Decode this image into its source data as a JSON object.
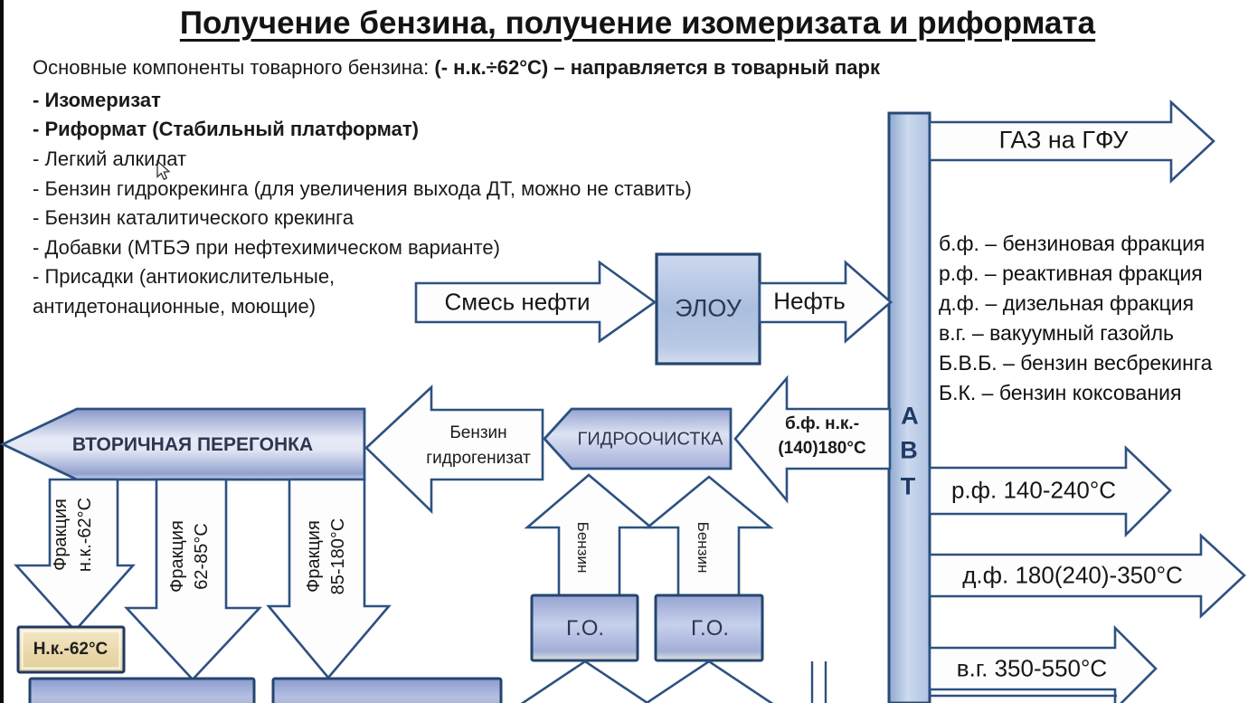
{
  "title": "Получение бензина, получение изомеризата и риформата",
  "intro": {
    "prefix": "Основные компоненты товарного бензина: ",
    "bold": "(- н.к.÷62°С) – направляется в товарный парк"
  },
  "components": [
    "- Изомеризат",
    "- Риформат (Стабильный платформат)",
    "- Легкий алкилат",
    "- Бензин гидрокрекинга (для увеличения выхода ДТ, можно не ставить)",
    "- Бензин каталитического крекинга",
    "- Добавки (МТБЭ при нефтехимическом варианте)",
    "- Присадки (антиокислительные,",
    "антидетонационные, моющие)"
  ],
  "legend": {
    "line1": "б.ф. – бензиновая фракция",
    "line2": "р.ф. – реактивная фракция",
    "line3": "д.ф. – дизельная фракция",
    "line4": "в.г. – вакуумный газойль",
    "line5": "Б.В.Б. – бензин весбрекинга",
    "line6": "Б.К. – бензин коксования"
  },
  "flow": {
    "smes_nefti": "Смесь нефти",
    "elou": "ЭЛОУ",
    "neft": "Нефть",
    "avt_a": "А",
    "avt_b": "В",
    "avt_t": "Т",
    "gaz_gfu": "ГАЗ на ГФУ",
    "bf_line1": "б.ф. н.к.-",
    "bf_line2": "(140)180°С",
    "rf": "р.ф. 140-240°С",
    "df": "д.ф. 180(240)-350°С",
    "vg": "в.г. 350-550°С",
    "gidroochistka": "ГИДРООЧИСТКА",
    "benzin_gidrogenizat_1": "Бензин",
    "benzin_gidrogenizat_2": "гидрогенизат",
    "vtorichnaya_peregonka": "ВТОРИЧНАЯ ПЕРЕГОНКА",
    "go_1": "Г.О.",
    "go_2": "Г.О.",
    "benzin_1": "Бензин",
    "benzin_2": "Бензин",
    "nk_62": "Н.к.-62°С",
    "frac1_line1": "Фракция",
    "frac1_line2": "н.к.-62°С",
    "frac2_line1": "Фракция",
    "frac2_line2": "62-85°С",
    "frac3_line1": "Фракция",
    "frac3_line2": "85-180°С"
  },
  "colors": {
    "outline_blue": "#2d5181",
    "dark_border": "#1f3864",
    "box_fill_light": "#cdd9ef",
    "box_fill_mid": "#aabede",
    "purple_box_top": "#8a99c9",
    "purple_box_light": "#e7eaf6",
    "tan_fill": "#e9d7a8",
    "text_dark": "#1a1a1a"
  }
}
